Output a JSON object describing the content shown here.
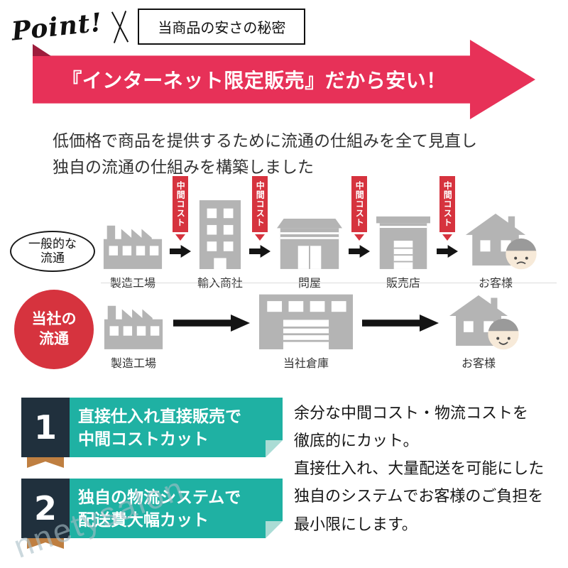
{
  "header": {
    "logo": "Point!",
    "title": "当商品の安さの秘密"
  },
  "banner": {
    "text": "『インターネット限定販売』だから安い！"
  },
  "intro": {
    "line1": "低価格で商品を提供するために流通の仕組みを全て見直し",
    "line2": "独自の流通の仕組みを構築しました"
  },
  "general_flow": {
    "label_line1": "一般的な",
    "label_line2": "流通",
    "cost_badge": "中間コスト",
    "steps": [
      "製造工場",
      "輸入商社",
      "問屋",
      "販売店",
      "お客様"
    ]
  },
  "company_flow": {
    "label_line1": "当社の",
    "label_line2": "流通",
    "steps": [
      "製造工場",
      "当社倉庫",
      "お客様"
    ]
  },
  "points": [
    {
      "number": "1",
      "line1": "直接仕入れ直接販売で",
      "line2": "中間コストカット"
    },
    {
      "number": "2",
      "line1": "独自の物流システムで",
      "line2": "配送費大幅カット"
    }
  ],
  "description": {
    "lines": [
      "余分な中間コスト・物流コストを",
      "徹底的にカット。",
      "直接仕入れ、大量配送を可能にした",
      "独自のシステムでお客様のご負担を",
      "最小限にします。"
    ]
  },
  "watermark": "nnetysalon",
  "colors": {
    "banner_pink": "#e73158",
    "banner_fold": "#9e1c3c",
    "accent_red": "#d6333e",
    "teal": "#1fb1a3",
    "navy": "#20303d",
    "ribbon_orange": "#bf7f41",
    "building_gray": "#b4b4b4"
  },
  "icons": {
    "factory": "factory-icon",
    "office_building": "office-building-icon",
    "wholesaler": "warehouse-icon",
    "store": "store-icon",
    "house": "house-icon",
    "big_warehouse": "company-warehouse-icon",
    "customer_face": "customer-face-icon",
    "flow_arrow": "arrow-right-icon",
    "cost_arrow": "arrow-down-icon"
  }
}
